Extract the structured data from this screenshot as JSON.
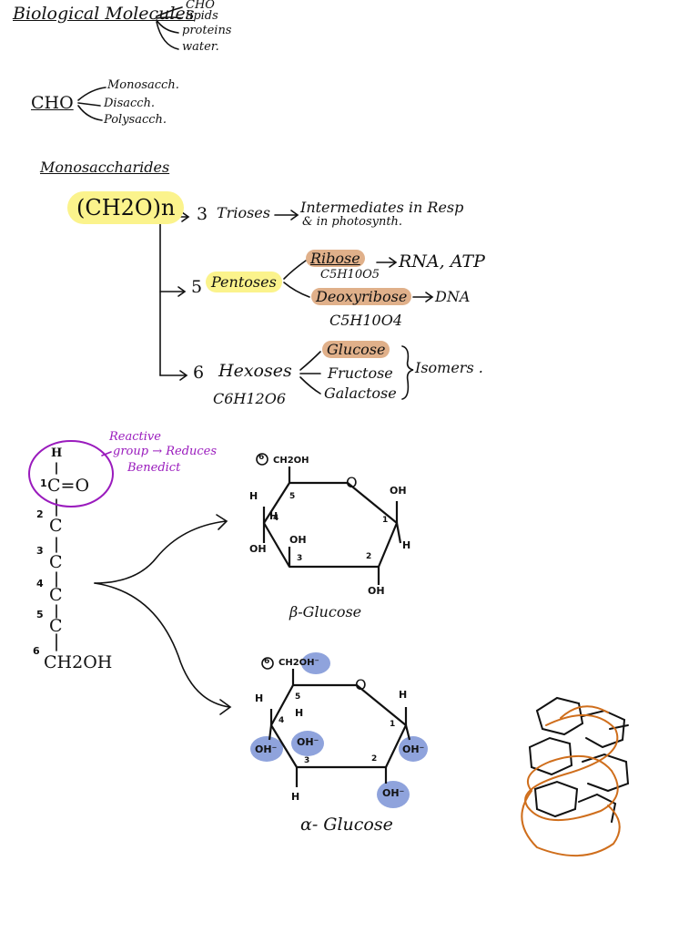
{
  "header": {
    "title": "Biological Molecules",
    "branches": [
      "CHO",
      "lipids",
      "proteins",
      "water."
    ]
  },
  "cho": {
    "label": "CHO",
    "branches": [
      "Monosacch.",
      "Disacch.",
      "Polysacch."
    ]
  },
  "mono": {
    "title": "Monosaccharides",
    "formula": "(CH2O)n",
    "triose": {
      "num": "3",
      "name": "Trioses",
      "desc1": "Intermediates in Resp",
      "desc2": "& in photosynth."
    },
    "pentose": {
      "num": "5",
      "name": "Pentoses",
      "ribose": "Ribose",
      "ribose_formula": "C5H10O5",
      "ribose_use": "RNA, ATP",
      "deoxy": "Deoxyribose",
      "deoxy_formula": "C5H10O4",
      "deoxy_use": "DNA"
    },
    "hexose": {
      "num": "6",
      "name": "Hexoses",
      "formula": "C6H12O6",
      "isomers": [
        "Glucose",
        "Fructose",
        "Galactose"
      ],
      "isomer_label": "Isomers ."
    }
  },
  "glucose_chain": {
    "note1": "Reactive",
    "note2": "group → Reduces",
    "note3": "Benedict",
    "h": "H",
    "c_o": "C=O",
    "carbon": "C",
    "end": "CH2OH",
    "nums": [
      "1",
      "2",
      "3",
      "4",
      "5",
      "6"
    ]
  },
  "rings": {
    "beta_label": "β-Glucose",
    "alpha_label": "α- Glucose",
    "c6": "6",
    "ch2oh": "CH2OH",
    "ch2oh_ion": "CH2OH⁻",
    "O": "O",
    "OH": "OH",
    "OH_ion": "OH⁻",
    "H": "H",
    "n1": "1",
    "n2": "2",
    "n3": "3",
    "n4": "4",
    "n5": "5"
  },
  "colors": {
    "yellow": "#fbf38c",
    "orange": "#e0b08a",
    "blue": "#8fa3dc",
    "purple": "#9a1bbd",
    "spiral": "#cf6e1c"
  }
}
